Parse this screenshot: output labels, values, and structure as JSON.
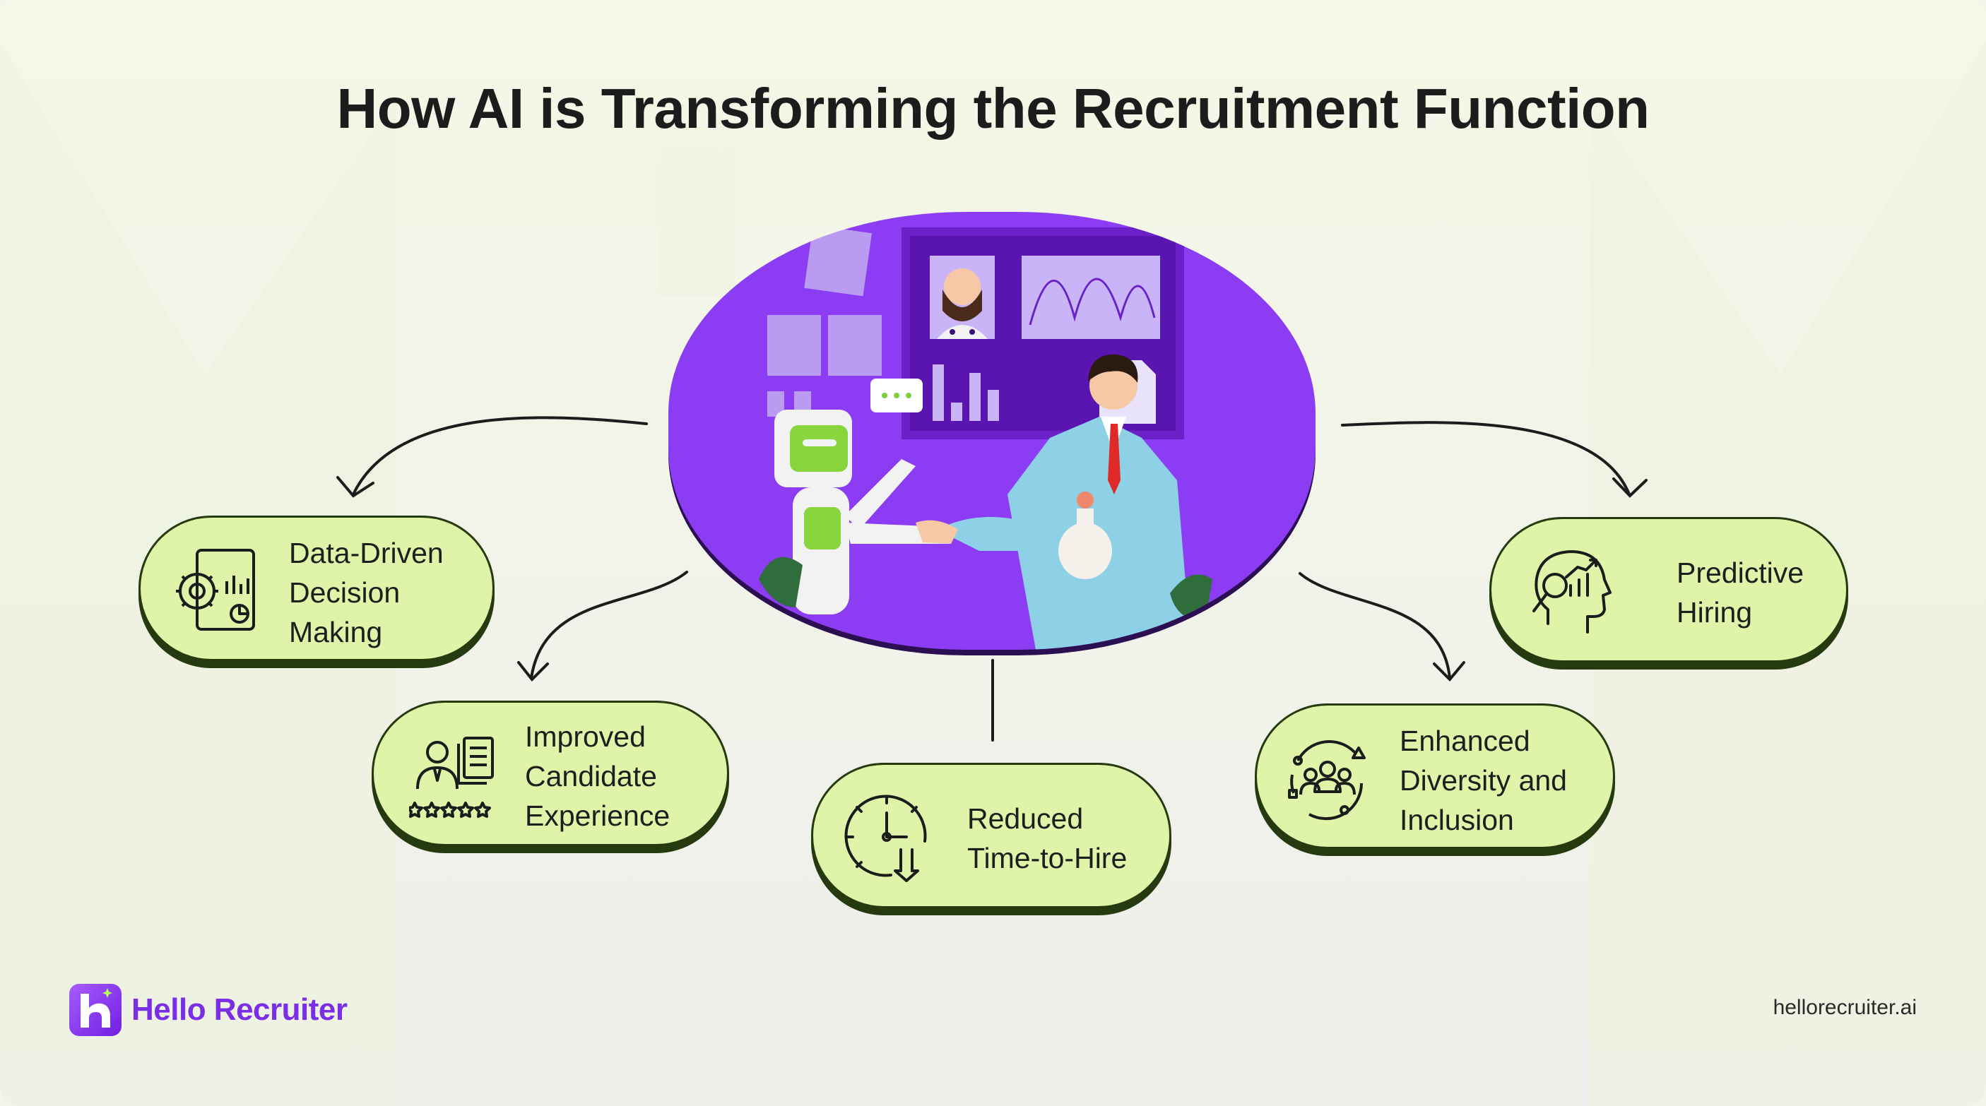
{
  "title": "How AI is Transforming the Recruitment Function",
  "nodes": [
    {
      "id": "data-driven",
      "label": "Data-Driven\nDecision\nMaking",
      "icon": "analytics-gear-icon"
    },
    {
      "id": "improved-candidate",
      "label": "Improved\nCandidate\nExperience",
      "icon": "candidate-rating-icon"
    },
    {
      "id": "reduced-time",
      "label": "Reduced\nTime-to-Hire",
      "icon": "clock-down-icon"
    },
    {
      "id": "enhanced-diversity",
      "label": "Enhanced\nDiversity and\nInclusion",
      "icon": "people-cycle-icon"
    },
    {
      "id": "predictive-hiring",
      "label": "Predictive\nHiring",
      "icon": "head-analytics-icon"
    }
  ],
  "brand": {
    "name": "Hello Recruiter",
    "url": "hellorecruiter.ai"
  },
  "colors": {
    "accent": "#8c3cf2",
    "pill": "#dff3a9",
    "outline": "#253a0f",
    "text": "#1c1c1c"
  }
}
